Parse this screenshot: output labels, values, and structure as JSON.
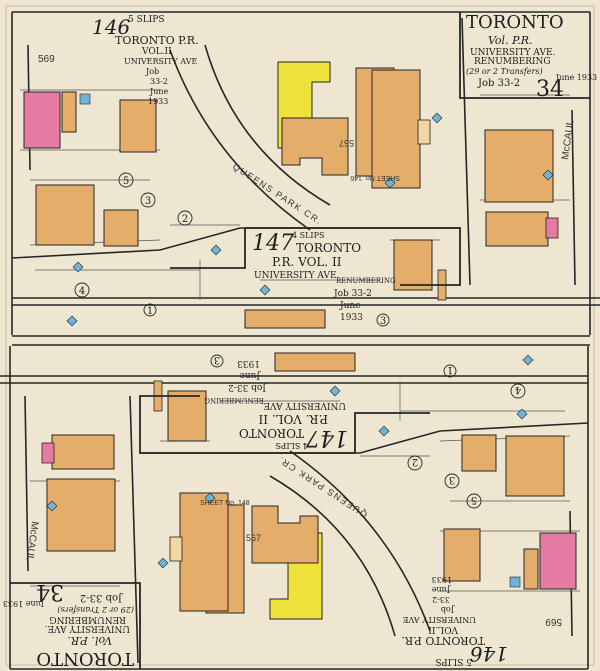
{
  "map": {
    "colors": {
      "paper": "#efe6d2",
      "brick": "#e5ad6a",
      "stone": "#f2d7a2",
      "frame_yellow": "#efe23a",
      "pink": "#e57aa3",
      "blue": "#6fb4d8",
      "line": "#262626"
    },
    "top_half": {
      "title_146": "146",
      "slips_146": "5 SLIPS",
      "toronto_pr_146": "TORONTO P.R.",
      "vol_146": "VOL.II",
      "university_146": "UNIVERSITY AVE",
      "job_146": "Job",
      "job_no_146": "33-2",
      "month_146": "June",
      "year_146": "1933",
      "plate_569": "569",
      "toronto_title": "TORONTO",
      "vol_pr": "Vol. P.R.",
      "university_renum": "UNIVERSITY AVE.",
      "renumbering": "RENUMBERING",
      "transfers": "(29 or 2 Transfers)",
      "job_33_2": "Job 33-2",
      "page_34": "34",
      "june_1933": "June 1933",
      "title_147": "147",
      "slips_147": "4 SLIPS",
      "toronto_147": "TORONTO",
      "pr_vol_147": "P.R. VOL. II",
      "university_147": "UNIVERSITY AVE.",
      "renumbering_147": "RENUMBERING",
      "job_147": "Job 33-2",
      "month_147": "June",
      "year_147": "1933",
      "queens_park": "QUEENS PARK CR.",
      "mccaul": "McCAUL",
      "plate_567": "567",
      "sheet_no": "SHEET No. 146",
      "circle_5": "5",
      "circle_3": "3",
      "circle_2": "2",
      "circle_4": "4",
      "circle_1": "1",
      "circle_3b": "3"
    },
    "bottom_half": {
      "title_146": "146",
      "slips_146": "5 SLIPS",
      "toronto_pr_146": "TORONTO P.R.",
      "vol_146": "VOL.II",
      "university_146": "UNIVERSITY AVE",
      "job_146": "Job",
      "job_no_146": "33-2",
      "month_146": "June",
      "year_146": "1933",
      "plate_569": "569",
      "toronto_title": "TORONTO",
      "vol_pr": "Vol. P.R.",
      "university_renum": "UNIVERSITY AVE.",
      "renumbering": "RENUMBERING",
      "transfers": "(29 or 2 Transfers)",
      "job_33_2": "Job 33-2",
      "page_34": "34",
      "june_1933": "June 1933",
      "title_147": "147",
      "slips_147": "4 SLIPS",
      "toronto_147": "TORONTO",
      "pr_vol_147": "P.R. VOL. II",
      "university_147": "UNIVERSITY AVE.",
      "renumbering_147": "RENUMBERING",
      "job_147": "Job 33-2",
      "month_147": "June",
      "year_147": "1933",
      "queens_park": "QUEENS PARK CR.",
      "mccaul": "McCAUL",
      "plate_567": "567",
      "sheet_no": "SHEET No. 148",
      "circle_5": "5",
      "circle_3": "3",
      "circle_2": "2",
      "circle_4": "4",
      "circle_1": "1",
      "circle_3b": "3"
    }
  }
}
